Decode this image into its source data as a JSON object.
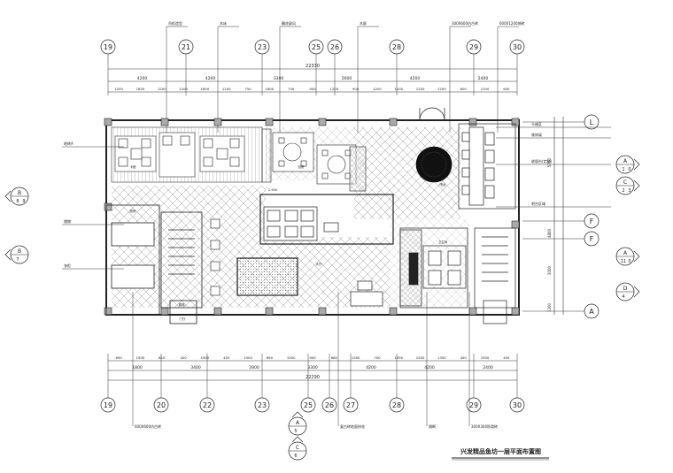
{
  "drawing": {
    "title": "兴发精品鱼坊一层平面布置图",
    "axes_top": [
      "19",
      "21",
      "23",
      "25",
      "26",
      "28",
      "29",
      "30"
    ],
    "axes_bottom": [
      "19",
      "20",
      "22",
      "23",
      "25",
      "26",
      "27",
      "28",
      "29",
      "30"
    ],
    "axes_right": [
      "L",
      "F",
      "F",
      "A"
    ],
    "total_dim_top": "22330",
    "total_dim_bottom": "22290",
    "dims_top_row1": [
      "4200",
      "4200",
      "3300",
      "2600",
      "4200",
      "2400"
    ],
    "dims_top_row2": [
      "1200",
      "1800",
      "1200",
      "1200",
      "1800",
      "1200",
      "750",
      "1800",
      "750",
      "900",
      "1200",
      "900",
      "1200",
      "1200",
      "1200",
      "1200",
      "600",
      "1200",
      "600"
    ],
    "dims_bottom_row1": [
      "690",
      "1500",
      "810",
      "450",
      "1500",
      "450",
      "1500",
      "690",
      "1500",
      "900",
      "680",
      "1500",
      "700",
      "1350",
      "1500",
      "1350",
      "450",
      "1500",
      "450"
    ],
    "dims_bottom_row2": [
      "1800",
      "3400",
      "2800",
      "3300",
      "4200",
      "4200",
      "2400"
    ],
    "dims_right": [
      "5700",
      "4800",
      "3000",
      "1200"
    ],
    "top_notes": [
      "吊柜造型",
      "木床",
      "雕花屏风",
      "木屏",
      "300X600仿古砖",
      "600X1200地砖"
    ],
    "left_notes": [
      "地砖A",
      "储物",
      "衣柜"
    ],
    "bottom_notes": [
      "600X600仿古砖",
      "复古砖地面拼花",
      "隔断",
      "300X300防滑砖"
    ],
    "right_notes": [
      "卡座区",
      "装饰架",
      "收银台(定制)",
      "吧台区域"
    ],
    "section_marks": [
      {
        "top": "B",
        "mid": "8",
        "num": "9"
      },
      {
        "top": "B",
        "mid": "7",
        "num": ""
      },
      {
        "top": "A",
        "mid": "1",
        "num": "0"
      },
      {
        "top": "C",
        "mid": "2",
        "num": "3"
      },
      {
        "top": "A",
        "mid": "11",
        "num": "0"
      },
      {
        "top": "D",
        "mid": "4",
        "num": ""
      },
      {
        "top": "A",
        "mid": "5",
        "num": ""
      },
      {
        "top": "C",
        "mid": "6",
        "num": ""
      }
    ],
    "room_labels": [
      "卡座",
      "包房",
      "厨房",
      "卫生间",
      "大厅",
      "楼梯",
      "门厅",
      "吧台",
      "2.900"
    ]
  }
}
